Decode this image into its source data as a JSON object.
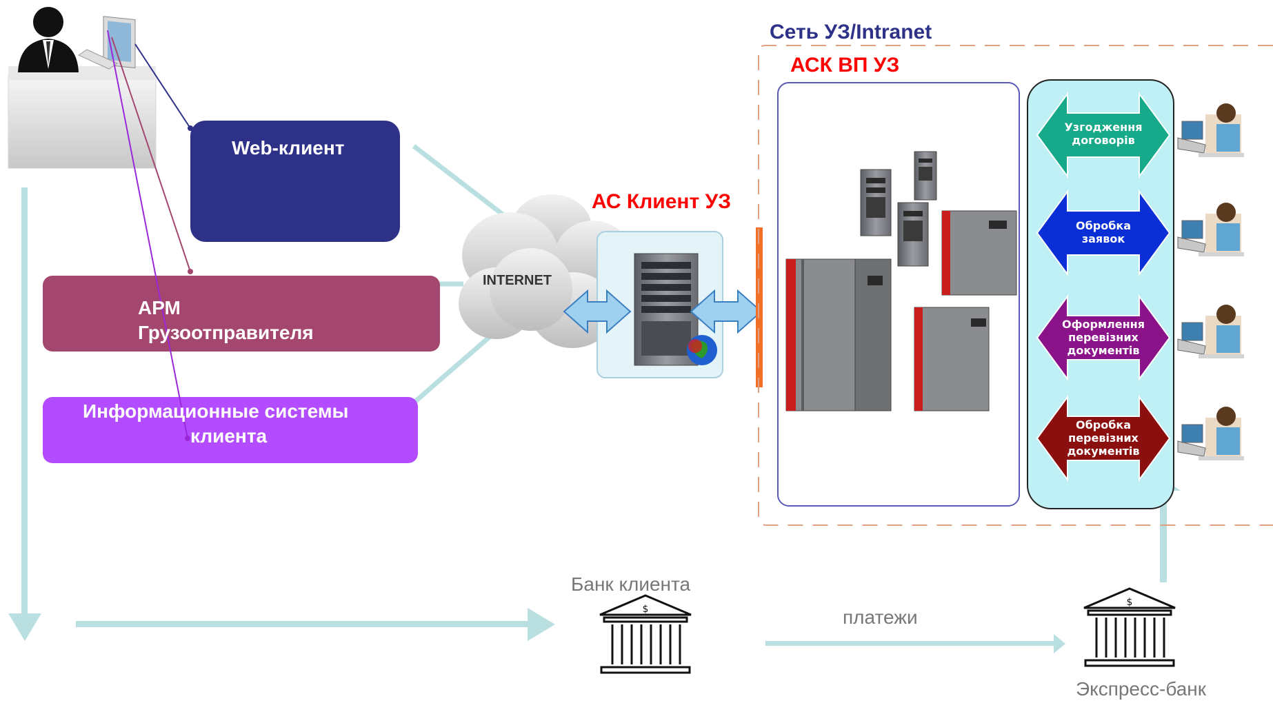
{
  "web_client": {
    "label": "Web-клиент"
  },
  "arm": {
    "line1": "АРМ",
    "line2": "Грузоотправителя"
  },
  "info_systems": {
    "line1": "Информационные системы",
    "line2": "клиента"
  },
  "internet_label": "INTERNET",
  "as_client_title": "АС  Клиент  УЗ",
  "network_title": "Сеть УЗ/Intranet",
  "ask_title": "АСК  ВП  УЗ",
  "processes": [
    {
      "line1": "Узгодження",
      "line2": "договорів",
      "line3": "",
      "color": "#16a98a"
    },
    {
      "line1": "Обробка",
      "line2": "заявок",
      "line3": "",
      "color": "#0b2fd6"
    },
    {
      "line1": "Оформлення",
      "line2": "перевізних",
      "line3": "документів",
      "color": "#8a138a"
    },
    {
      "line1": "Обробка",
      "line2": "перевізних",
      "line3": "документів",
      "color": "#8b0f0f"
    }
  ],
  "bank_client": "Банк клиента",
  "payments": "платежи",
  "express_bank": "Экспресс-банк",
  "colors": {
    "web_client": "#2e3188",
    "arm": "#a4476f",
    "info_systems": "#b34bff",
    "flow_arrow": "#b9dfe0",
    "panel_fill": "#bff0f5",
    "network_border": "#e0a080",
    "ask_border": "#5a5ab8",
    "orange_bar": "#f07028"
  },
  "icons": {
    "user": "businessman-at-desk-icon",
    "operator": "operator-at-laptop-icon",
    "bank": "bank-building-icon",
    "server": "server-tower-icon",
    "cloud": "internet-cloud-icon"
  }
}
